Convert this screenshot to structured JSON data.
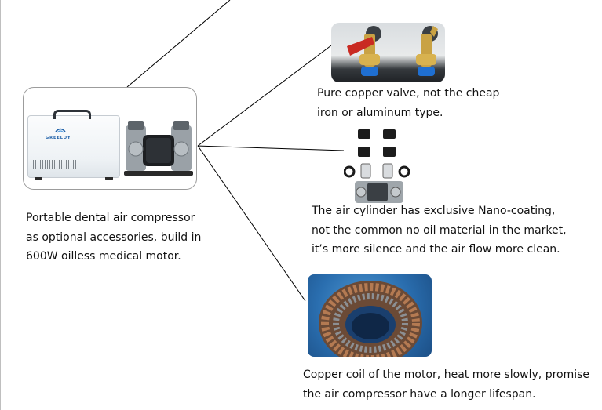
{
  "main_caption": [
    "Portable dental air compressor",
    "as optional accessories, build in",
    "600W oilless medical motor."
  ],
  "main_photo": {
    "brand_text": "GREELOY"
  },
  "feature_captions": {
    "valves": [
      "Pure copper valve, not the cheap",
      "iron or aluminum type."
    ],
    "cylinder": [
      "The air cylinder has exclusive Nano-coating,",
      "not the common no oil material in the market,",
      "it’s more silence and the air flow more clean."
    ],
    "coil": [
      "Copper coil of the motor, heat more slowly, promise",
      "the air compressor have a longer lifespan."
    ]
  },
  "colors": {
    "valve_handle": "#c92a22",
    "brass": "#c9a244",
    "push_fitting": "#1f6fd1",
    "coil_background": "#2a6eaf",
    "connector_line": "#000000"
  }
}
